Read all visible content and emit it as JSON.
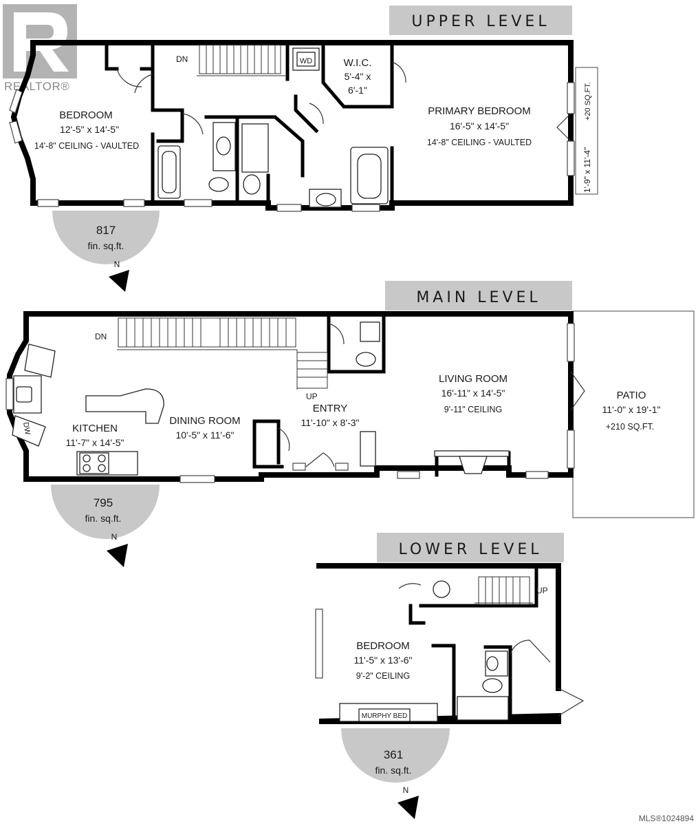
{
  "branding": {
    "logo_text": "REALTOR®",
    "mls_id": "MLS®1024894"
  },
  "levels": {
    "upper": {
      "title": "UPPER LEVEL",
      "sqft_value": "817",
      "sqft_unit": "fin. sq.ft.",
      "north": "N",
      "stairs_label": "DN",
      "washer_dryer": "WD",
      "rooms": {
        "bedroom": {
          "name": "BEDROOM",
          "dims": "12'-5\" x 14'-5\"",
          "ceiling": "14'-8\" CEILING - VAULTED"
        },
        "wic": {
          "name": "W.I.C.",
          "dims_line1": "5'-4\" x",
          "dims_line2": "6'-1\""
        },
        "primary": {
          "name": "PRIMARY BEDROOM",
          "dims": "16'-5\" x 14'-5\"",
          "ceiling": "14'-8\" CEILING - VAULTED"
        },
        "deck": {
          "dims": "1'-9\" x 11'-4\"",
          "area": "+20 SQ.FT."
        }
      }
    },
    "main": {
      "title": "MAIN LEVEL",
      "sqft_value": "795",
      "sqft_unit": "fin. sq.ft.",
      "north": "N",
      "stairs_down": "DN",
      "stairs_up": "UP",
      "dishwasher": "DW",
      "rooms": {
        "kitchen": {
          "name": "KITCHEN",
          "dims": "11'-7\" x 14'-5\""
        },
        "dining": {
          "name": "DINING ROOM",
          "dims": "10'-5\" x 11'-6\""
        },
        "entry": {
          "name": "ENTRY",
          "dims": "11'-10\" x 8'-3\""
        },
        "living": {
          "name": "LIVING ROOM",
          "dims": "16'-11\" x 14'-5\"",
          "ceiling": "9'-11\" CEILING"
        },
        "patio": {
          "name": "PATIO",
          "dims": "11'-0\" x 19'-1\"",
          "area": "+210 SQ.FT."
        }
      }
    },
    "lower": {
      "title": "LOWER LEVEL",
      "sqft_value": "361",
      "sqft_unit": "fin. sq.ft.",
      "north": "N",
      "stairs_up": "UP",
      "rooms": {
        "bedroom": {
          "name": "BEDROOM",
          "dims": "11'-5\" x 13'-6\"",
          "ceiling": "9'-2\" CEILING"
        },
        "murphy": {
          "name": "MURPHY BED"
        }
      }
    }
  }
}
